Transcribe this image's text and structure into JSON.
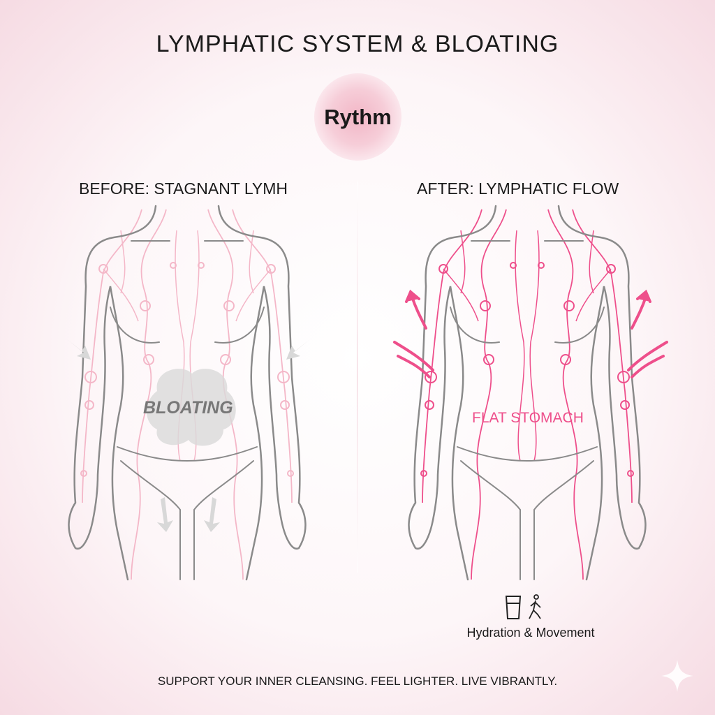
{
  "title": "LYMPHATIC SYSTEM & BLOATING",
  "brand": "Rythm",
  "before": {
    "heading": "BEFORE: STAGNANT LYMH",
    "label": "BLOATING"
  },
  "after": {
    "heading": "AFTER: LYMPHATIC FLOW",
    "label": "FLAT STOMACH"
  },
  "tip": {
    "icons": [
      "water-glass-icon",
      "walking-person-icon"
    ],
    "label": "Hydration & Movement"
  },
  "tagline": "SUPPORT YOUR INNER CLEANSING. FEEL LIGHTER. LIVE VIBRANTLY.",
  "colors": {
    "accent": "#ee4f8b",
    "outline": "#8a8a8a",
    "faded": "#f4b7c8"
  }
}
